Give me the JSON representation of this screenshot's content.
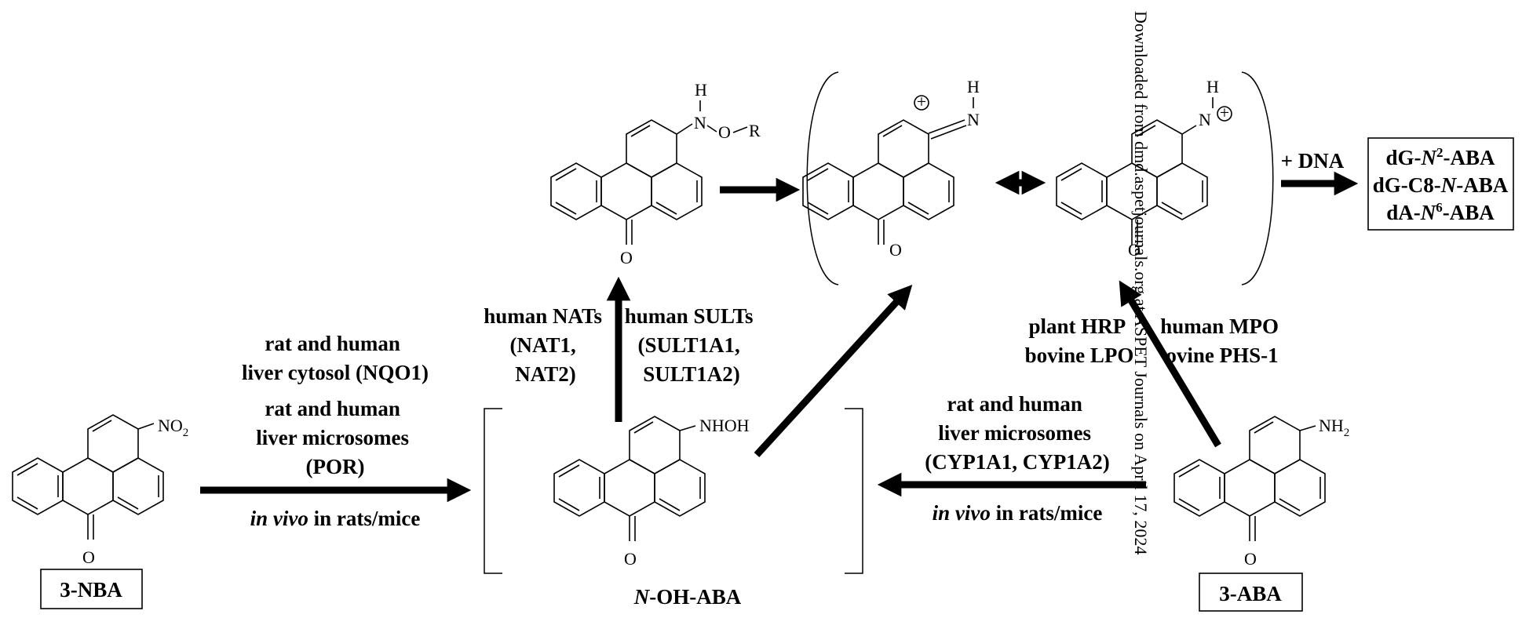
{
  "compounds": {
    "nba": {
      "label": "3-NBA",
      "substituent": "NO",
      "sub_index": "2",
      "oxygen": "O"
    },
    "nohaba": {
      "label_italic": "N",
      "label_rest": "-OH-ABA",
      "substituent": "NHOH",
      "oxygen": "O"
    },
    "ester": {
      "h": "H",
      "n": "N",
      "o": "O",
      "r": "R",
      "oxygen": "O"
    },
    "aba": {
      "label": "3-ABA",
      "substituent": "NH",
      "sub_index": "2",
      "oxygen": "O"
    },
    "nitrenium_a": {
      "plus": "+",
      "h": "H",
      "n": "N",
      "oxygen": "O"
    },
    "nitrenium_b": {
      "plus": "+",
      "h": "H",
      "n": "N",
      "oxygen": "O"
    }
  },
  "labels": {
    "nqo1": [
      "rat and human",
      "liver cytosol (NQO1)"
    ],
    "por": [
      "rat and human",
      "liver microsomes",
      "(POR)"
    ],
    "invivo_left": {
      "italic": "in vivo",
      "rest": " in rats/mice"
    },
    "nats": [
      "human NATs",
      "(NAT1,",
      "NAT2)"
    ],
    "sults": [
      "human SULTs",
      "(SULT1A1,",
      "SULT1A2)"
    ],
    "plant": [
      "plant HRP",
      "bovine LPO"
    ],
    "human_mpo": [
      "human MPO",
      "ovine PHS-1"
    ],
    "cyp": [
      "rat and human",
      "liver microsomes",
      "(CYP1A1, CYP1A2)"
    ],
    "invivo_right": {
      "italic": "in vivo",
      "rest": " in rats/mice"
    },
    "dna": "+ DNA"
  },
  "adducts": [
    {
      "pre": "dG-",
      "italic": "N",
      "sup": "2",
      "post": "-ABA"
    },
    {
      "pre": "dG-C8-",
      "italic": "N",
      "sup": "",
      "post": "-ABA"
    },
    {
      "pre": "dA-",
      "italic": "N",
      "sup": "6",
      "post": "-ABA"
    }
  ],
  "watermark": "Downloaded from dmd.aspetjournals.org at ASPET Journals on April 17, 2024"
}
